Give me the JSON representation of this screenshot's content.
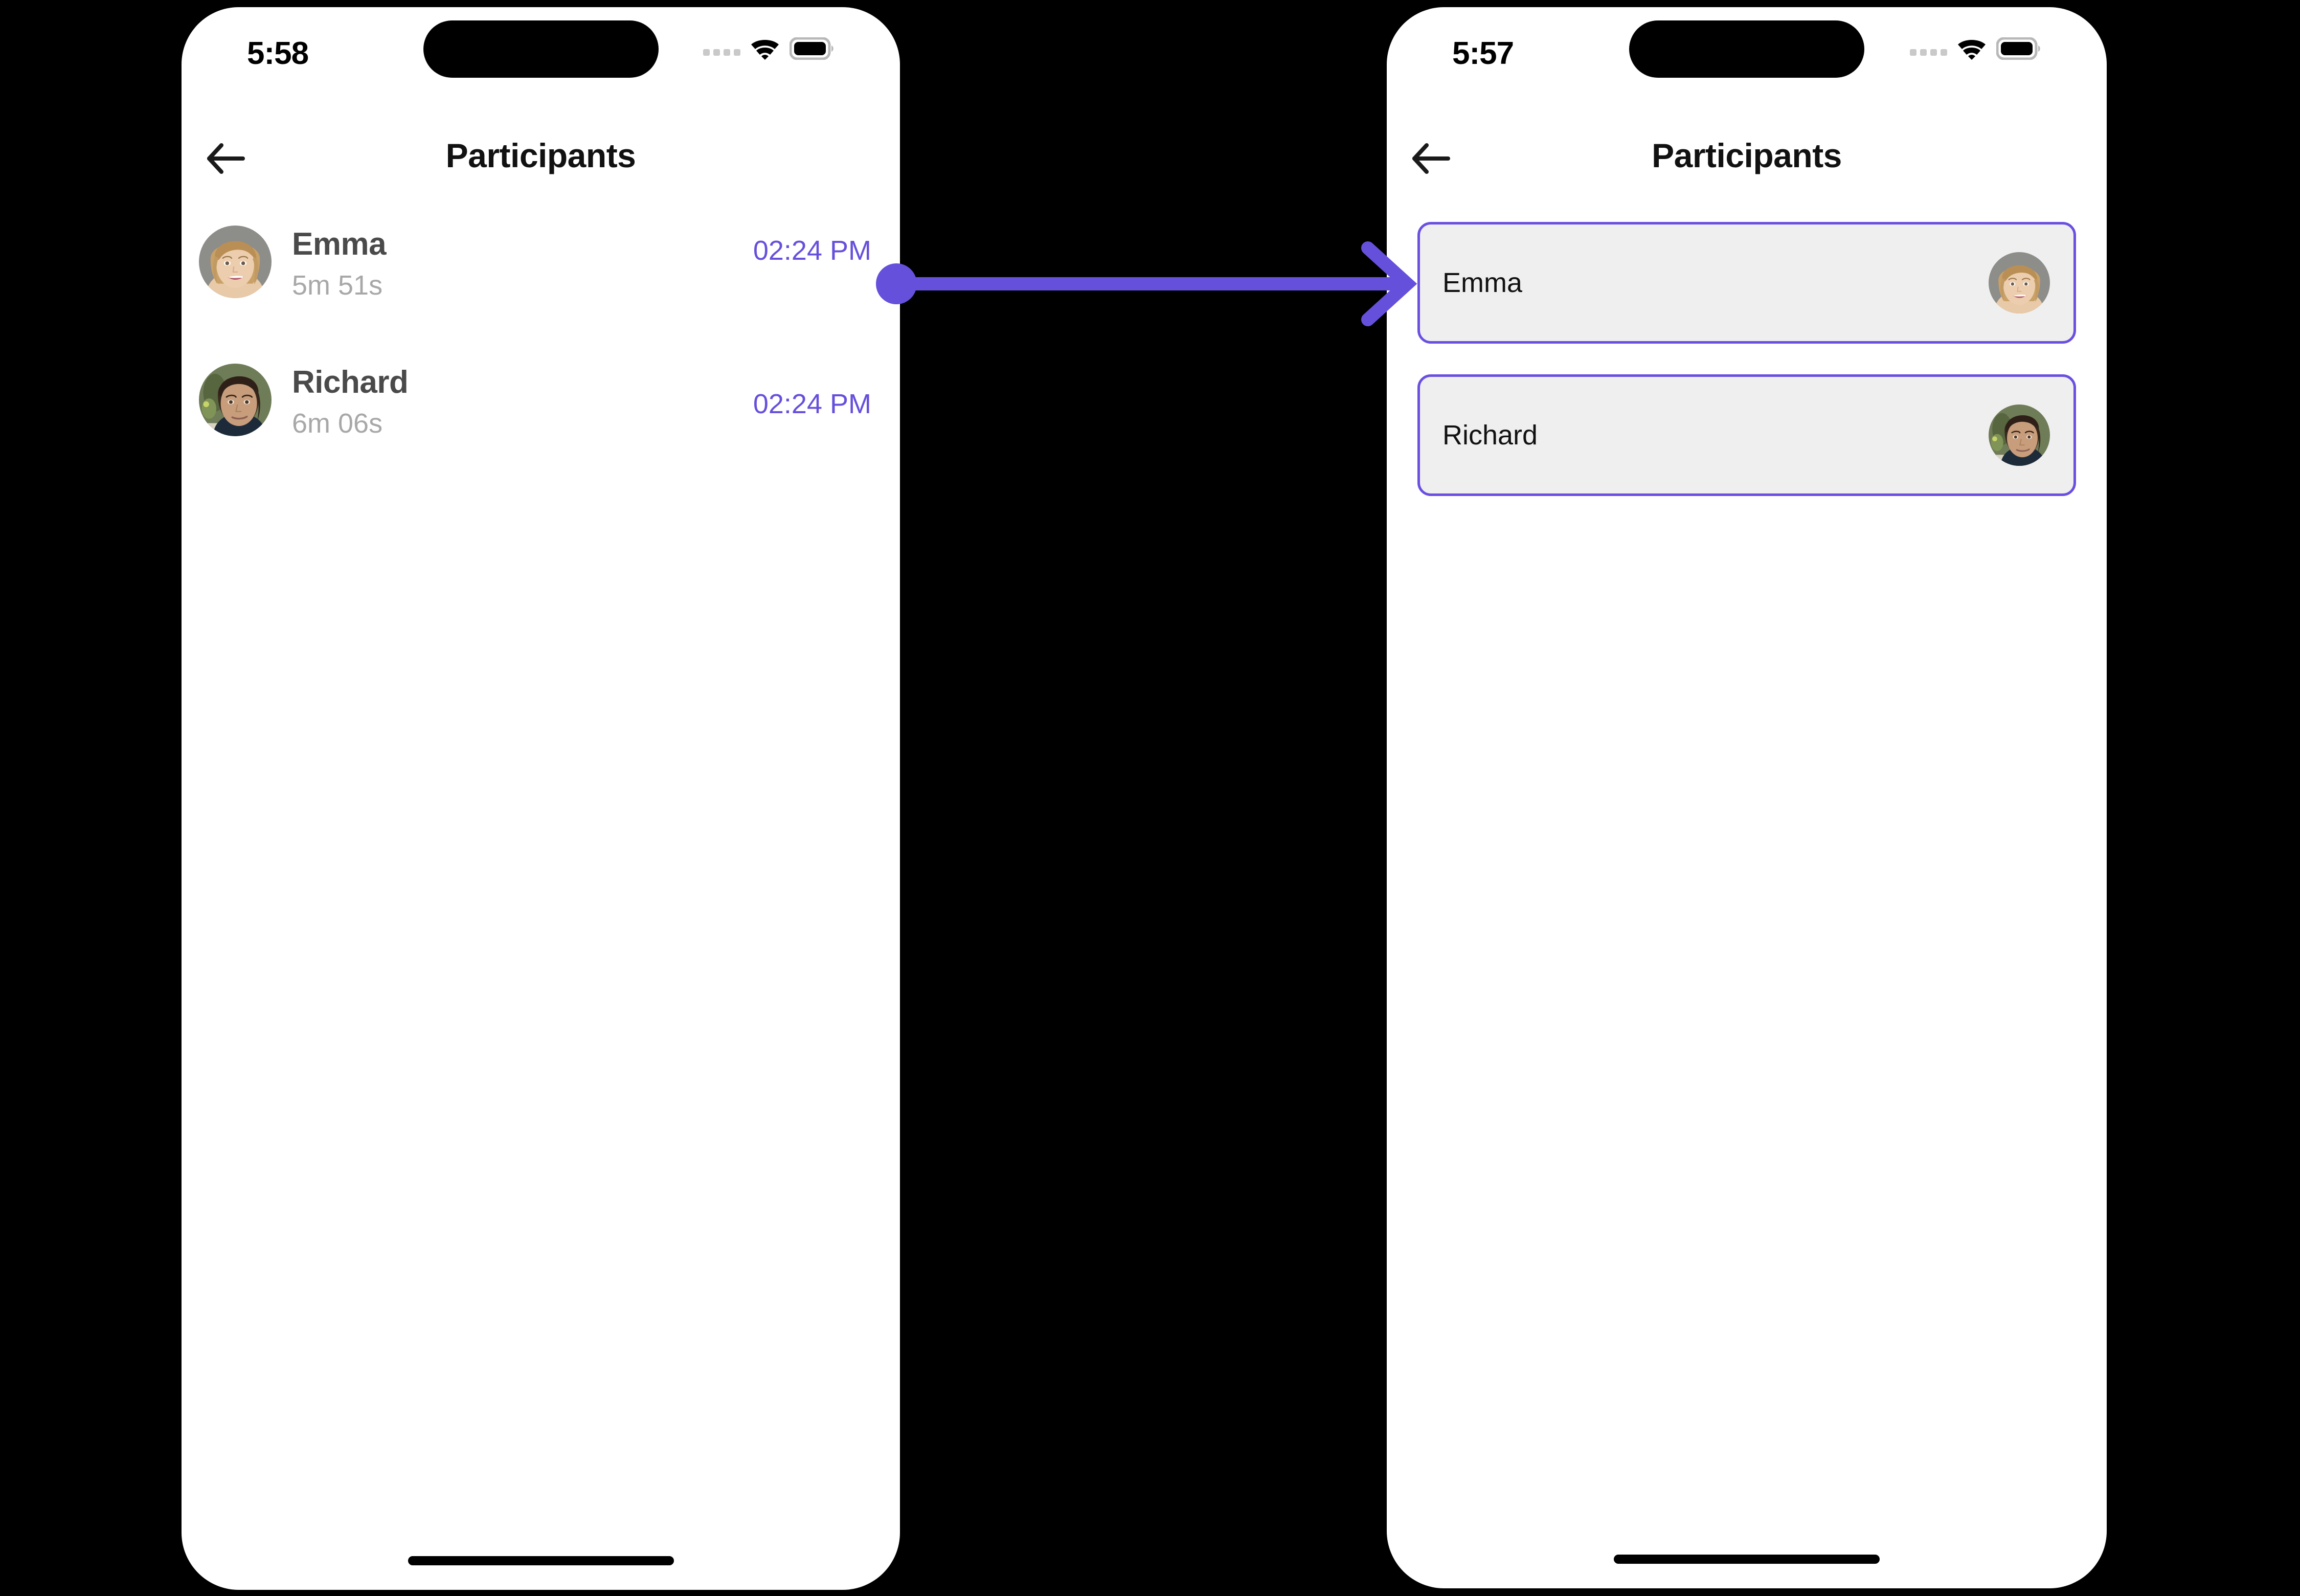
{
  "theme": {
    "accent_purple": "#6550dc",
    "card_border": "#6a4fe0",
    "card_fill": "#efefef",
    "name_gray": "#4a4a4a",
    "duration_gray": "#a8a8a8",
    "background": "#000000",
    "screen": "#ffffff"
  },
  "left_phone": {
    "status": {
      "time": "5:58",
      "cellular_icon": "cellular-dots-icon",
      "wifi_icon": "wifi-icon",
      "battery_icon": "battery-full-icon",
      "island": "dynamic-island"
    },
    "nav": {
      "back_icon": "back-arrow-icon",
      "title": "Participants"
    },
    "participants": [
      {
        "name": "Emma",
        "duration": "5m 51s",
        "time": "02:24 PM",
        "avatar": "emma-avatar"
      },
      {
        "name": "Richard",
        "duration": "6m 06s",
        "time": "02:24 PM",
        "avatar": "richard-avatar"
      }
    ],
    "home_indicator": "home-indicator"
  },
  "right_phone": {
    "status": {
      "time": "5:57",
      "cellular_icon": "cellular-dots-icon",
      "wifi_icon": "wifi-icon",
      "battery_icon": "battery-full-icon",
      "island": "dynamic-island"
    },
    "nav": {
      "back_icon": "back-arrow-icon",
      "title": "Participants"
    },
    "cards": [
      {
        "name": "Emma",
        "avatar": "emma-avatar"
      },
      {
        "name": "Richard",
        "avatar": "richard-avatar"
      }
    ],
    "home_indicator": "home-indicator"
  },
  "annotation": {
    "type": "flow-arrow",
    "color": "#6550dc",
    "from": "left-phone-emma-row-time",
    "to": "right-phone-screen"
  }
}
